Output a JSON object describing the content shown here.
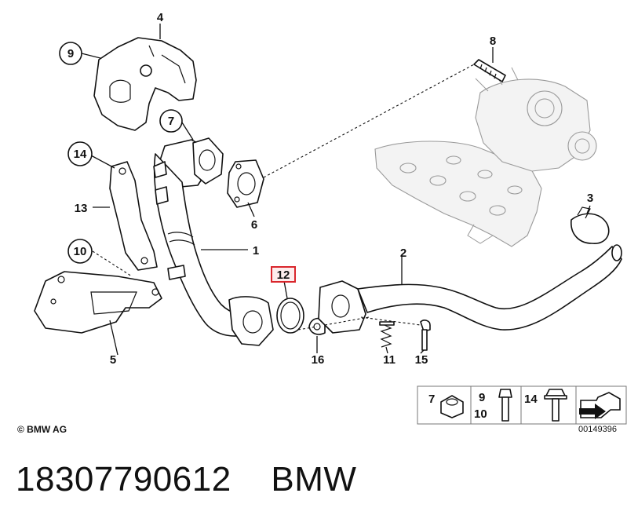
{
  "diagram": {
    "callouts": [
      {
        "id": "1",
        "label": "1"
      },
      {
        "id": "2",
        "label": "2"
      },
      {
        "id": "3",
        "label": "3"
      },
      {
        "id": "4",
        "label": "4"
      },
      {
        "id": "5",
        "label": "5"
      },
      {
        "id": "6",
        "label": "6"
      },
      {
        "id": "7",
        "label": "7"
      },
      {
        "id": "8",
        "label": "8"
      },
      {
        "id": "9",
        "label": "9"
      },
      {
        "id": "10",
        "label": "10"
      },
      {
        "id": "11",
        "label": "11"
      },
      {
        "id": "12",
        "label": "12",
        "highlighted": true,
        "highlight_color": "#d9262c"
      },
      {
        "id": "13",
        "label": "13"
      },
      {
        "id": "14",
        "label": "14"
      },
      {
        "id": "15",
        "label": "15"
      },
      {
        "id": "16",
        "label": "16"
      }
    ],
    "legend": [
      {
        "labels": [
          "7"
        ],
        "part": "nut"
      },
      {
        "labels": [
          "9",
          "10"
        ],
        "part": "bolt"
      },
      {
        "labels": [
          "14"
        ],
        "part": "flange bolt"
      },
      {
        "labels": [],
        "part": "direction arrow"
      }
    ]
  },
  "footer": {
    "copyright": "© BMW AG",
    "doc_number": "00149396",
    "part_number": "18307790612",
    "brand": "BMW"
  }
}
